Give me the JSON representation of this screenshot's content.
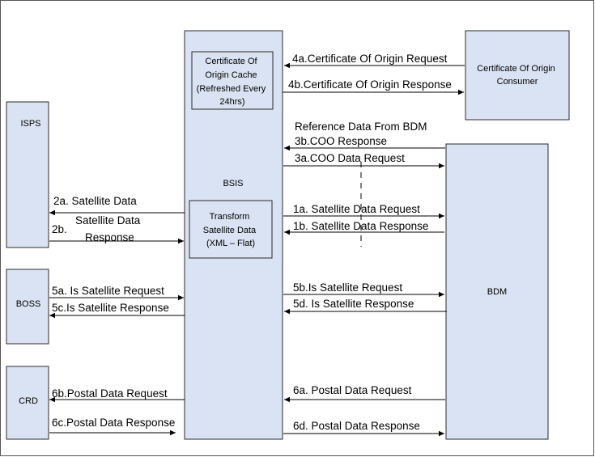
{
  "entities": {
    "bsis": "BSIS",
    "bdm": "BDM",
    "isps": "ISPS",
    "boss": "BOSS",
    "crd": "CRD",
    "coo_consumer": [
      "Certificate Of Origin",
      "Consumer"
    ],
    "coo_cache": [
      "Certificate Of",
      "Origin Cache",
      "(Refreshed Every",
      "24hrs)"
    ],
    "transform": [
      "Transform",
      "Satellite Data",
      "(XML – Flat)"
    ]
  },
  "messages": {
    "m4a": "4a.Certificate Of Origin Request",
    "m4b": "4b.Certificate Of Origin Response",
    "ref_note": "Reference Data From BDM",
    "m3b": "3b.COO Response",
    "m3a": "3a.COO Data Request",
    "m2a": "2a. Satellite Data",
    "m2b_num": "2b.",
    "m2b_l1": "Satellite Data",
    "m2b_l2": "Response",
    "m1a": "1a. Satellite Data Request",
    "m1b": "1b. Satellite Data Response",
    "m5a": "5a.  Is Satellite Request",
    "m5c": "5c.Is Satellite Response",
    "m5b": "5b.Is Satellite Request",
    "m5d": "5d. Is Satellite Response",
    "m6b": "6b.Postal Data Request",
    "m6c": "6c.Postal Data Response",
    "m6a": "6a.  Postal Data Request",
    "m6d": "6d.   Postal Data Response"
  },
  "colors": {
    "box_fill": "#dae3f3",
    "line": "#000000"
  }
}
